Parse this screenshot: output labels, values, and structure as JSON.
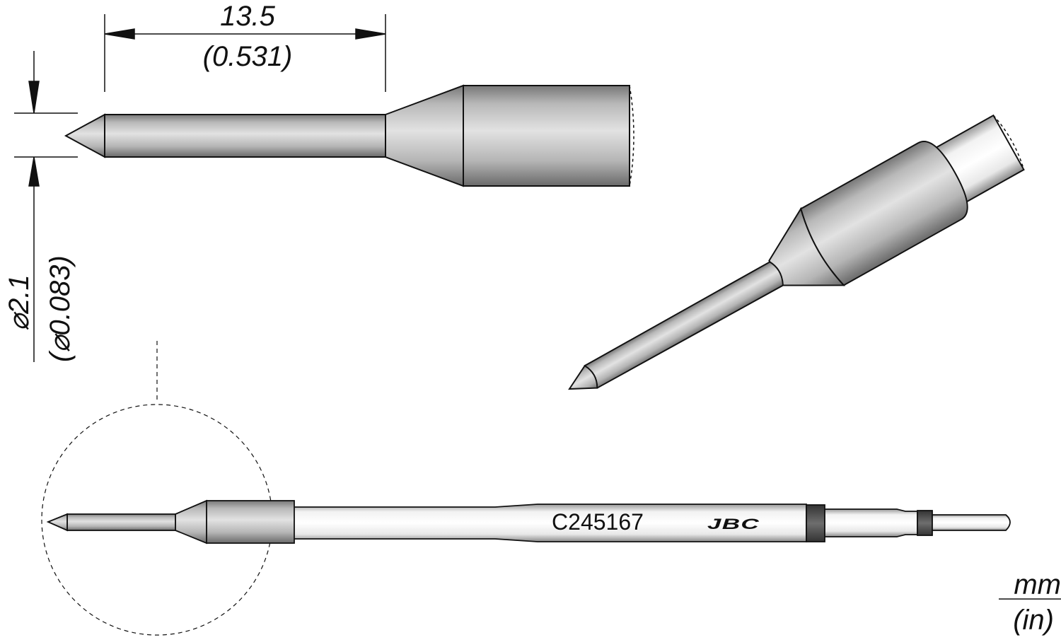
{
  "dimensions": {
    "length_mm": "13.5",
    "length_in": "(0.531)",
    "diameter_mm": "⌀2.1",
    "diameter_in": "(⌀0.083)"
  },
  "tip": {
    "part_number": "C245167",
    "brand_logo": "JBC"
  },
  "units": {
    "primary": "mm",
    "secondary": "(in)"
  },
  "colors": {
    "metal_dark": "#6a6a6a",
    "metal_light": "#e4e4e4",
    "band": "#5a5a5a",
    "line": "#111111"
  }
}
